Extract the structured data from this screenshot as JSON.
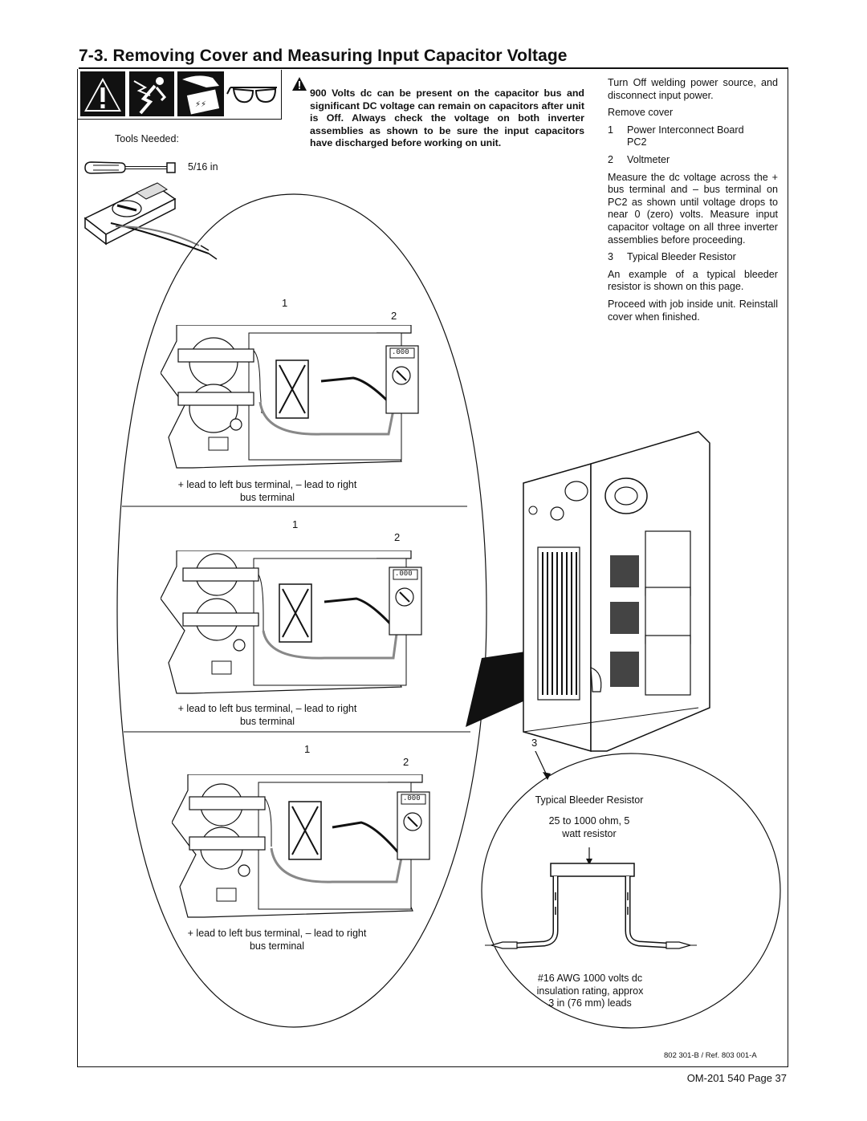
{
  "title": "7-3.   Removing Cover and Measuring Input Capacitor Voltage",
  "warning": "900 Volts dc can be present on the capacitor bus and significant DC voltage can remain on capacitors after unit is Off. Always check the voltage on both inverter assemblies as shown to be sure the input capacitors have discharged before working on unit.",
  "tools": {
    "heading": "Tools Needed:",
    "wrench": "5/16 in"
  },
  "steps": {
    "turn_off": "Turn Off welding power source, and disconnect input power.",
    "remove_cover": "Remove cover",
    "item1_num": "1",
    "item1_text": "Power Interconnect Board",
    "item1_sub": "PC2",
    "item2_num": "2",
    "item2_text": "Voltmeter",
    "measure": "Measure the dc voltage across the + bus terminal and – bus terminal on PC2 as shown until voltage drops to near 0 (zero) volts. Measure input capacitor voltage on all three inverter assemblies before proceeding.",
    "item3_num": "3",
    "item3_text": "Typical Bleeder Resistor",
    "example": "An example of a typical bleeder resistor is shown on this page.",
    "proceed": "Proceed with job inside unit. Reinstall cover when finished."
  },
  "diagrams": {
    "callout1": "1",
    "callout2": "2",
    "callout3": "3",
    "meter_reading": ".000",
    "panel_caption_line1": "+ lead to left bus terminal, – lead to right",
    "panel_caption_line2": "bus terminal",
    "plus": "+",
    "minus": "–"
  },
  "resistor": {
    "title": "Typical Bleeder Resistor",
    "rating_line1": "25 to 1000 ohm, 5",
    "rating_line2": "watt resistor",
    "lead_line1": "#16 AWG 1000 volts dc",
    "lead_line2": "insulation rating, approx",
    "lead_line3": "3 in (76 mm) leads"
  },
  "footer": {
    "ref": "802 301-B / Ref. 803 001-A",
    "page": "OM-201 540 Page 37"
  }
}
